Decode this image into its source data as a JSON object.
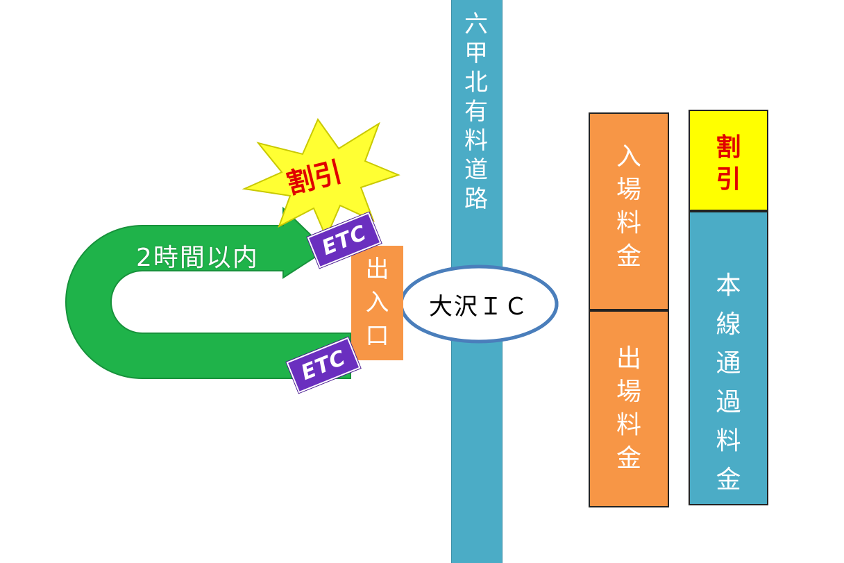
{
  "road": {
    "label": "六甲北有料道路"
  },
  "gate": {
    "label": "出入口"
  },
  "interchange": {
    "label": "大沢ＩＣ"
  },
  "loop": {
    "label": "2時間以内"
  },
  "etc": {
    "top": "ETC",
    "bottom": "ETC"
  },
  "burst": {
    "label": "割引"
  },
  "fees": {
    "entry": "入場料金",
    "exit": "出場料金",
    "discount": "割引",
    "mainline": "本線通過料金"
  },
  "colors": {
    "road": "#4bacc6",
    "gate": "#f79646",
    "arrow": "#1fb34a",
    "etc": "#6a2fbf",
    "burst": "#ffff33",
    "discount_text": "#e00000"
  }
}
